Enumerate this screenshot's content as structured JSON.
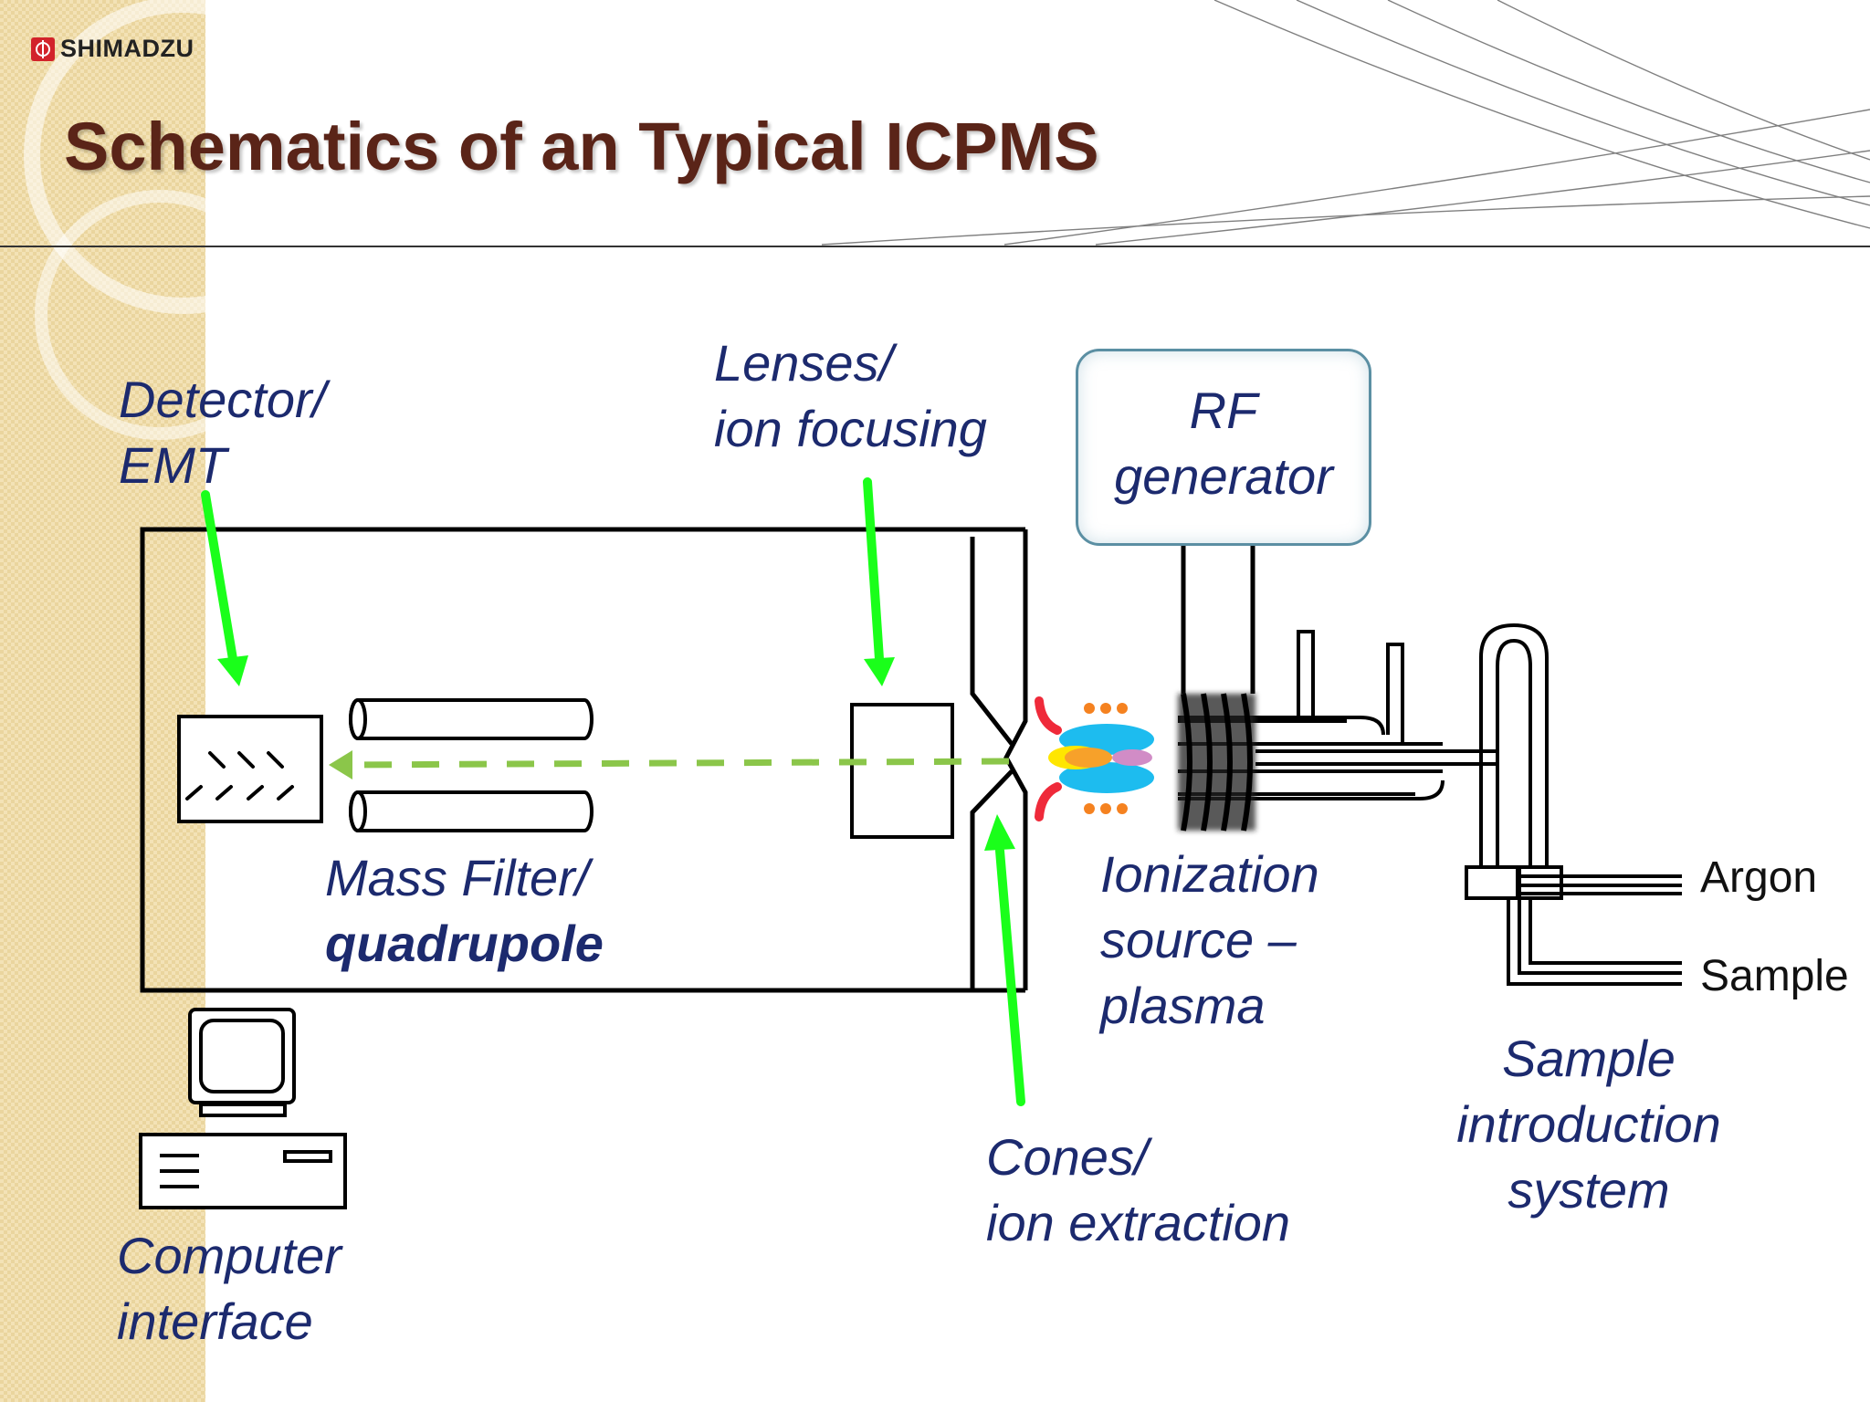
{
  "brand": {
    "logo_text": "SHIMADZU",
    "logo_color": "#d2232a"
  },
  "slide": {
    "title": "Schematics of an Typical ICPMS",
    "title_color": "#5a2418",
    "label_color": "#1c2a6e",
    "arrow_color": "#1aff1a",
    "ion_beam_color": "#8bc64a"
  },
  "labels": {
    "detector": [
      "Detector/",
      "EMT"
    ],
    "lenses": [
      "Lenses/",
      "ion focusing"
    ],
    "rf_generator": [
      "RF",
      "generator"
    ],
    "mass_filter": [
      "Mass Filter/",
      "quadrupole"
    ],
    "ionization": [
      "Ionization",
      "source –",
      "plasma"
    ],
    "cones": [
      "Cones/",
      "ion extraction"
    ],
    "sample_intro": [
      "Sample",
      "introduction",
      "system"
    ],
    "computer": [
      "Computer",
      "interface"
    ],
    "argon": "Argon",
    "sample": "Sample"
  },
  "icons": [
    "shimadzu-logo-icon",
    "computer-icon",
    "detector-icon",
    "quadrupole-rod-icon",
    "lens-icon",
    "cone-icon",
    "plasma-torch-icon",
    "rf-coil-icon",
    "nebulizer-icon"
  ]
}
